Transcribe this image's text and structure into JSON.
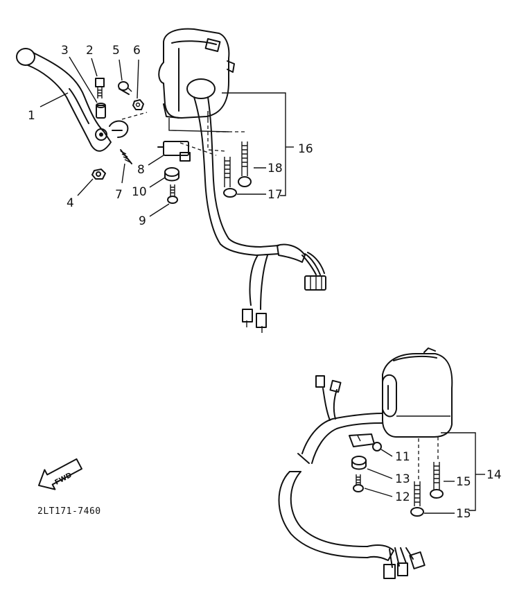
{
  "diagram": {
    "part_numbers": {
      "p1": "1",
      "p2": "2",
      "p3": "3",
      "p4": "4",
      "p5": "5",
      "p6": "6",
      "p7": "7",
      "p8": "8",
      "p9": "9",
      "p10": "10",
      "p11": "11",
      "p12": "12",
      "p13": "13",
      "p14": "14",
      "p15a": "15",
      "p15b": "15",
      "p16": "16",
      "p17": "17",
      "p18": "18"
    },
    "fwd_label": "FWD",
    "drawing_code": "2LT171-7460",
    "icons": [
      "fwd-arrow-icon"
    ]
  }
}
